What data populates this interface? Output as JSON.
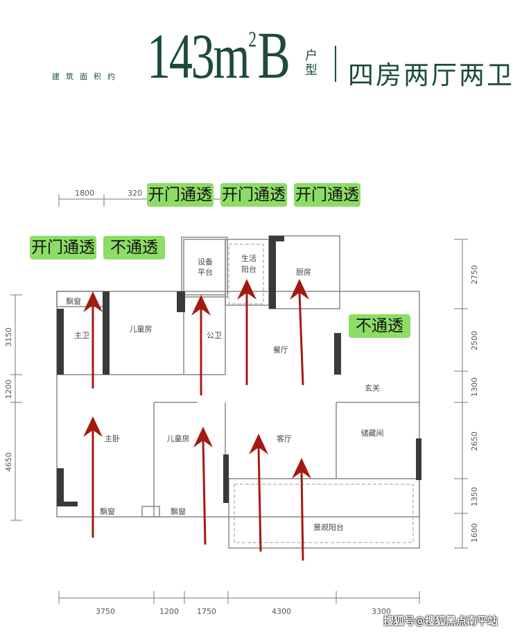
{
  "header": {
    "area_label": "建筑面积约",
    "area_value": "143",
    "area_unit": "m",
    "area_sup": "2",
    "unit_type": "B",
    "unit_suffix": "户型",
    "layout": "四房两厅两卫"
  },
  "tags": {
    "top": [
      "开门通透",
      "开门通透",
      "开门通透"
    ],
    "left": [
      "开门通透",
      "不通透"
    ],
    "right": "不通透",
    "color": "#8ddc66"
  },
  "rooms": {
    "master_bath": "主卫",
    "kids_room_1": "儿童房",
    "public_bath": "公卫",
    "equipment_1": "设备",
    "equipment_2": "平台",
    "utility_balcony_1": "生活",
    "utility_balcony_2": "阳台",
    "kitchen": "厨房",
    "dining": "餐厅",
    "foyer": "玄关",
    "storage": "储藏间",
    "master_bedroom": "主卧",
    "kids_room_2": "儿童房",
    "living": "客厅",
    "view_balcony": "景观阳台",
    "bay_window_1": "飘窗",
    "bay_window_2": "飘窗",
    "bay_window_3": "飘窗"
  },
  "dimensions": {
    "top": [
      "1800",
      "320"
    ],
    "left": [
      "3150",
      "1200",
      "4650"
    ],
    "right": [
      "2750",
      "2500",
      "1300",
      "2650",
      "1350",
      "1600"
    ],
    "bottom": [
      "3750",
      "1200",
      "1750",
      "4300",
      "3300"
    ]
  },
  "watermark": "搜狐号@搜狐黑点南平站",
  "colors": {
    "brand": "#1d4a3c",
    "arrow": "#a31a10",
    "wall": "#3a3a3a"
  }
}
